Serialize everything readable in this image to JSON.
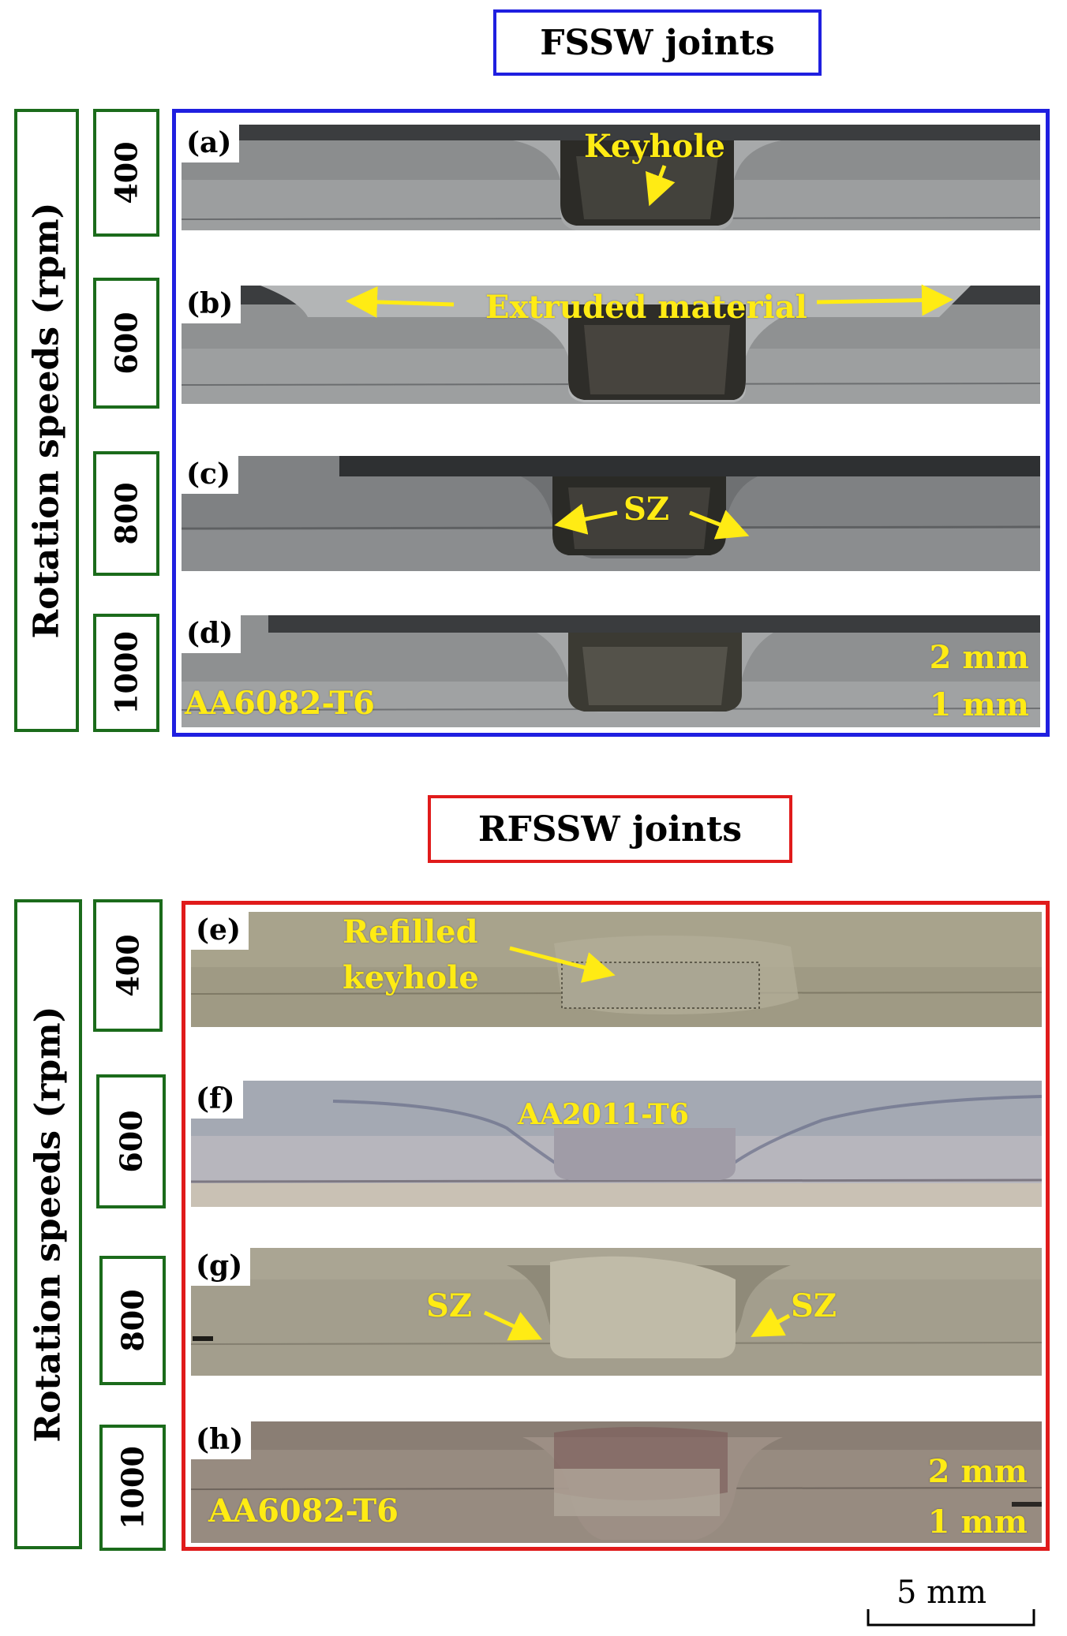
{
  "fssw": {
    "title": "FSSW joints",
    "frame_color": "#1f1fe0",
    "axis_label": "Rotation speeds (rpm)",
    "speeds": [
      "400",
      "600",
      "800",
      "1000"
    ],
    "panels": [
      {
        "letter": "(a)"
      },
      {
        "letter": "(b)"
      },
      {
        "letter": "(c)"
      },
      {
        "letter": "(d)"
      }
    ],
    "annotations": {
      "keyhole": "Keyhole",
      "extruded": "Extruded material",
      "sz": "SZ",
      "material": "AA6082-T6",
      "thick_top": "2 mm",
      "thick_bottom": "1 mm"
    }
  },
  "rfssw": {
    "title": "RFSSW joints",
    "frame_color": "#e01b1b",
    "axis_label": "Rotation speeds (rpm)",
    "speeds": [
      "400",
      "600",
      "800",
      "1000"
    ],
    "panels": [
      {
        "letter": "(e)"
      },
      {
        "letter": "(f)"
      },
      {
        "letter": "(g)"
      },
      {
        "letter": "(h)"
      }
    ],
    "annotations": {
      "refilled_1": "Refilled",
      "refilled_2": "keyhole",
      "upper_material": "AA2011-T6",
      "sz_left": "SZ",
      "sz_right": "SZ",
      "material": "AA6082-T6",
      "thick_top": "2 mm",
      "thick_bottom": "1 mm"
    }
  },
  "scale_bar": "5 mm",
  "colors": {
    "label_green": "#1b6b1b",
    "annotation_yellow": "#ffeb14"
  }
}
